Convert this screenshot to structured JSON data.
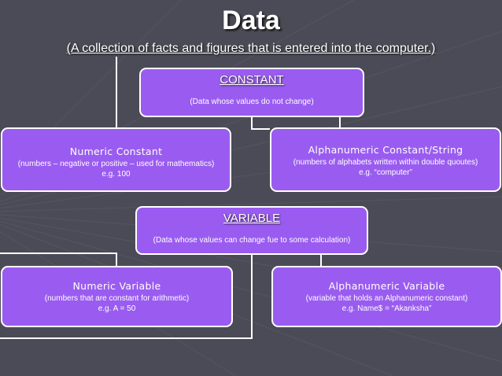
{
  "slide": {
    "title": "Data",
    "subtitle": "(A collection of facts and figures that is entered into the computer.)"
  },
  "constant": {
    "label": "CONSTANT",
    "description": "(Data whose values do not change)"
  },
  "numeric_constant": {
    "label": "Numeric Constant",
    "description": "(numbers – negative or positive – used for mathematics)",
    "example": "e.g. 100"
  },
  "alphanumeric_constant": {
    "label": "Alphanumeric Constant/String",
    "description": "(numbers of alphabets written within double quoutes)",
    "example": "e.g. “computer”"
  },
  "variable": {
    "label": "VARIABLE",
    "description": "(Data whose values can change fue to some calculation)"
  },
  "numeric_variable": {
    "label": "Numeric Variable",
    "description": "(numbers that are constant for arithmetic)",
    "example": "e.g. A = 50"
  },
  "alphanumeric_variable": {
    "label": "Alphanumeric Variable",
    "description": "(variable that holds an Alphanumeric constant)",
    "example": "e.g. Name$ = “Akanksha”"
  },
  "colors": {
    "background": "#4b4b57",
    "box_fill": "#9a5cf0",
    "box_border": "#ffffff",
    "connector": "#ffffff"
  }
}
